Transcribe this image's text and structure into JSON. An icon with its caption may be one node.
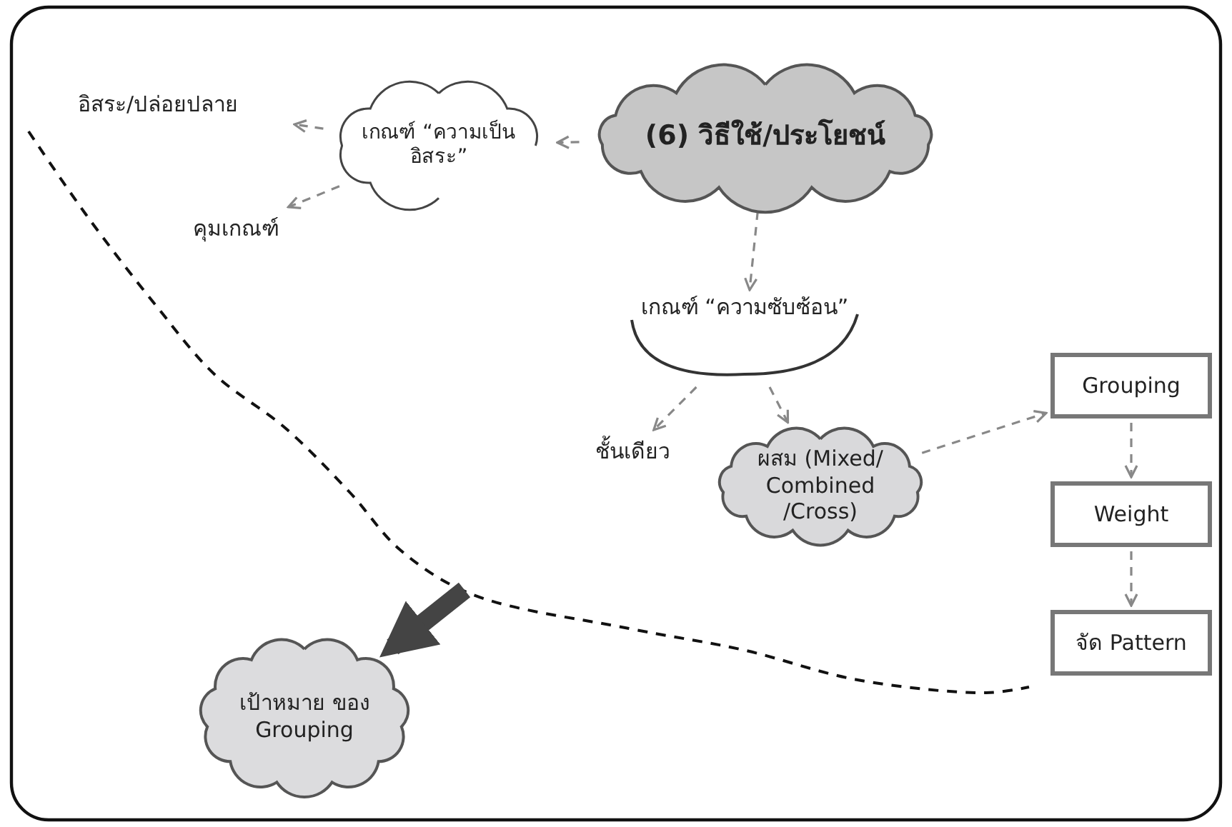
{
  "diagram": {
    "nodes": [
      {
        "text": [
          "(6) วิธีใช้/ประโยชน์"
        ]
      },
      {
        "text": [
          "เกณฑ์ “ความเป็นอิสระ”"
        ]
      },
      {
        "text": [
          "อิสระ/ปล่อยปลาย"
        ]
      },
      {
        "text": [
          "คุมเกณฑ์"
        ]
      },
      {
        "text": [
          "เกณฑ์ “ความซับซ้อน”"
        ]
      },
      {
        "text": [
          "ชั้นเดียว"
        ]
      },
      {
        "text": [
          "ผสม (Mixed/ Combined /Cross)"
        ]
      },
      {
        "text": [
          "Grouping"
        ]
      },
      {
        "text": [
          "Weight"
        ]
      },
      {
        "text": [
          "จัด Pattern"
        ]
      },
      {
        "text": [
          "เป้าหมาย ของ Grouping"
        ]
      }
    ],
    "edges": [
      {
        "from": 0,
        "to": 1,
        "arrow": "to",
        "style": "dashed"
      },
      {
        "from": 1,
        "to": 2,
        "arrow": "to",
        "style": "dashed"
      },
      {
        "from": 1,
        "to": 3,
        "arrow": "to",
        "style": "dashed"
      },
      {
        "from": 0,
        "to": 4,
        "arrow": "to",
        "style": "dashed"
      },
      {
        "from": 4,
        "to": 5,
        "arrow": "to",
        "style": "dashed"
      },
      {
        "from": 4,
        "to": 6,
        "arrow": "to",
        "style": "dashed"
      },
      {
        "from": 6,
        "to": 7,
        "arrow": "to",
        "style": "dashed"
      },
      {
        "from": 7,
        "to": 8,
        "arrow": "to",
        "style": "dashed"
      },
      {
        "from": 8,
        "to": 9,
        "arrow": "to",
        "style": "dashed"
      },
      {
        "from": null,
        "to": 10,
        "arrow": "to",
        "style": "thick",
        "color": "#444444"
      }
    ]
  }
}
